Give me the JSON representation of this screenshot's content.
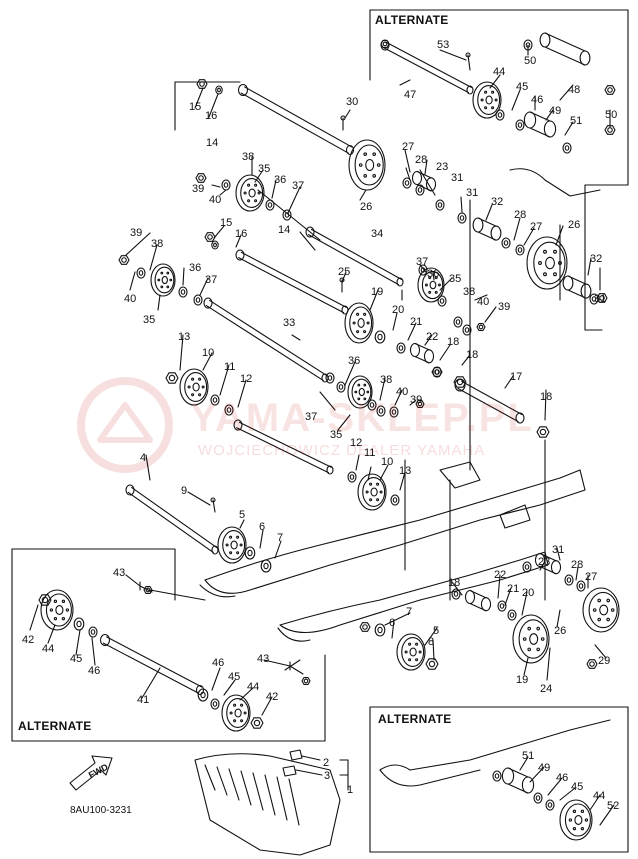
{
  "diagram": {
    "alternate_label": "ALTERNATE",
    "part_code": "8AU100-3231",
    "fwd_label": "FWD",
    "watermark": {
      "main": "YAMA-SKLEP.PL",
      "sub": "WOJCIECHOWICZ DEALER YAMAHA"
    },
    "callouts": [
      {
        "id": "53",
        "t": "53"
      },
      {
        "id": "50a",
        "t": "50"
      },
      {
        "id": "47",
        "t": "47"
      },
      {
        "id": "44a",
        "t": "44"
      },
      {
        "id": "48",
        "t": "48"
      },
      {
        "id": "45a",
        "t": "45"
      },
      {
        "id": "46a",
        "t": "46"
      },
      {
        "id": "49a",
        "t": "49"
      },
      {
        "id": "50b",
        "t": "50"
      },
      {
        "id": "51a",
        "t": "51"
      },
      {
        "id": "15a",
        "t": "15"
      },
      {
        "id": "16a",
        "t": "16"
      },
      {
        "id": "14a",
        "t": "14"
      },
      {
        "id": "30",
        "t": "30"
      },
      {
        "id": "27a",
        "t": "27"
      },
      {
        "id": "28a",
        "t": "28"
      },
      {
        "id": "23a",
        "t": "23"
      },
      {
        "id": "31a",
        "t": "31"
      },
      {
        "id": "26a",
        "t": "26"
      },
      {
        "id": "38a",
        "t": "38"
      },
      {
        "id": "35a",
        "t": "35"
      },
      {
        "id": "36a",
        "t": "36"
      },
      {
        "id": "37a",
        "t": "37"
      },
      {
        "id": "39a",
        "t": "39"
      },
      {
        "id": "40a",
        "t": "40"
      },
      {
        "id": "31b",
        "t": "31"
      },
      {
        "id": "32a",
        "t": "32"
      },
      {
        "id": "28b",
        "t": "28"
      },
      {
        "id": "27b",
        "t": "27"
      },
      {
        "id": "26b",
        "t": "26"
      },
      {
        "id": "15b",
        "t": "15"
      },
      {
        "id": "16b",
        "t": "16"
      },
      {
        "id": "14b",
        "t": "14"
      },
      {
        "id": "34",
        "t": "34"
      },
      {
        "id": "39b",
        "t": "39"
      },
      {
        "id": "38b",
        "t": "38"
      },
      {
        "id": "36b",
        "t": "36"
      },
      {
        "id": "37b",
        "t": "37"
      },
      {
        "id": "40b",
        "t": "40"
      },
      {
        "id": "35b",
        "t": "35"
      },
      {
        "id": "25",
        "t": "25"
      },
      {
        "id": "37c",
        "t": "37"
      },
      {
        "id": "36c",
        "t": "36"
      },
      {
        "id": "35c",
        "t": "35"
      },
      {
        "id": "38c",
        "t": "38"
      },
      {
        "id": "40c",
        "t": "40"
      },
      {
        "id": "39c",
        "t": "39"
      },
      {
        "id": "32b",
        "t": "32"
      },
      {
        "id": "31c",
        "t": "31"
      },
      {
        "id": "19a",
        "t": "19"
      },
      {
        "id": "20a",
        "t": "20"
      },
      {
        "id": "21a",
        "t": "21"
      },
      {
        "id": "22a",
        "t": "22"
      },
      {
        "id": "18a",
        "t": "18"
      },
      {
        "id": "18b",
        "t": "18"
      },
      {
        "id": "33",
        "t": "33"
      },
      {
        "id": "13a",
        "t": "13"
      },
      {
        "id": "10a",
        "t": "10"
      },
      {
        "id": "11a",
        "t": "11"
      },
      {
        "id": "12a",
        "t": "12"
      },
      {
        "id": "36d",
        "t": "36"
      },
      {
        "id": "38d",
        "t": "38"
      },
      {
        "id": "40d",
        "t": "40"
      },
      {
        "id": "39d",
        "t": "39"
      },
      {
        "id": "37d",
        "t": "37"
      },
      {
        "id": "35d",
        "t": "35"
      },
      {
        "id": "17",
        "t": "17"
      },
      {
        "id": "18c",
        "t": "18"
      },
      {
        "id": "4",
        "t": "4"
      },
      {
        "id": "12b",
        "t": "12"
      },
      {
        "id": "11b",
        "t": "11"
      },
      {
        "id": "10b",
        "t": "10"
      },
      {
        "id": "13b",
        "t": "13"
      },
      {
        "id": "9",
        "t": "9"
      },
      {
        "id": "5a",
        "t": "5"
      },
      {
        "id": "6a",
        "t": "6"
      },
      {
        "id": "7a",
        "t": "7"
      },
      {
        "id": "43a",
        "t": "43"
      },
      {
        "id": "42a",
        "t": "42"
      },
      {
        "id": "44b",
        "t": "44"
      },
      {
        "id": "45b",
        "t": "45"
      },
      {
        "id": "46b",
        "t": "46"
      },
      {
        "id": "41",
        "t": "41"
      },
      {
        "id": "43b",
        "t": "43"
      },
      {
        "id": "46c",
        "t": "46"
      },
      {
        "id": "45c",
        "t": "45"
      },
      {
        "id": "44c",
        "t": "44"
      },
      {
        "id": "42b",
        "t": "42"
      },
      {
        "id": "31d",
        "t": "31"
      },
      {
        "id": "23b",
        "t": "23"
      },
      {
        "id": "28c",
        "t": "28"
      },
      {
        "id": "27c",
        "t": "27"
      },
      {
        "id": "18d",
        "t": "18"
      },
      {
        "id": "22b",
        "t": "22"
      },
      {
        "id": "21b",
        "t": "21"
      },
      {
        "id": "20b",
        "t": "20"
      },
      {
        "id": "26c",
        "t": "26"
      },
      {
        "id": "29",
        "t": "29"
      },
      {
        "id": "19b",
        "t": "19"
      },
      {
        "id": "24",
        "t": "24"
      },
      {
        "id": "7b",
        "t": "7"
      },
      {
        "id": "6b",
        "t": "6"
      },
      {
        "id": "5b",
        "t": "5"
      },
      {
        "id": "8",
        "t": "8"
      },
      {
        "id": "51b",
        "t": "51"
      },
      {
        "id": "49b",
        "t": "49"
      },
      {
        "id": "46d",
        "t": "46"
      },
      {
        "id": "45d",
        "t": "45"
      },
      {
        "id": "44d",
        "t": "44"
      },
      {
        "id": "52",
        "t": "52"
      },
      {
        "id": "2",
        "t": "2"
      },
      {
        "id": "3",
        "t": "3"
      },
      {
        "id": "1",
        "t": "1"
      }
    ]
  }
}
